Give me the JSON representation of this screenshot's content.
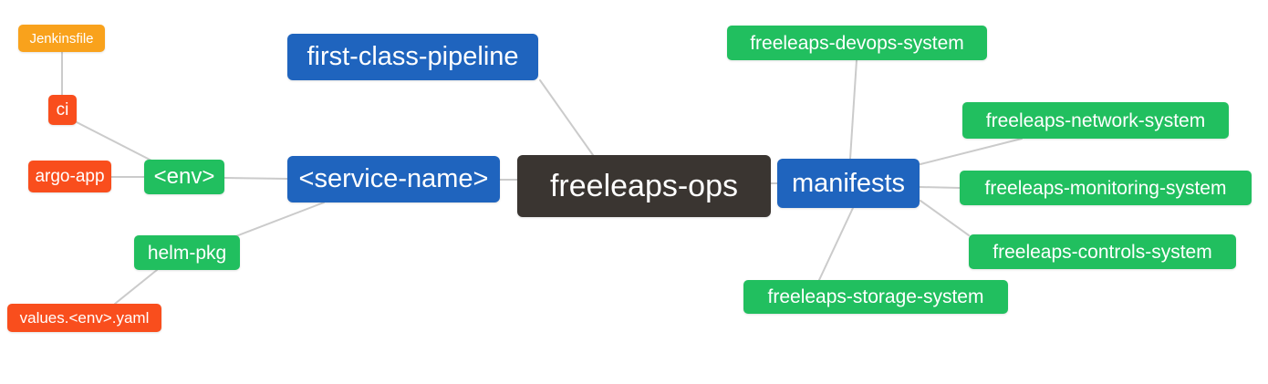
{
  "palette": {
    "root_color": "#3A3531",
    "level1_color": "#1F64BE",
    "level2_color": "#21BF5F",
    "level3_color": "#F94E1D",
    "level4_color": "#F9A21C",
    "edge_color": "#CBCBCB",
    "text_color": "#FFFFFF",
    "background_color": "#FFFFFF"
  },
  "nodes": {
    "freeleaps_ops": {
      "label": "freeleaps-ops",
      "color": "#3A3531",
      "level": 0
    },
    "first_class_pipeline": {
      "label": "first-class-pipeline",
      "color": "#1F64BE",
      "level": 1
    },
    "service_name": {
      "label": "<service-name>",
      "color": "#1F64BE",
      "level": 1
    },
    "manifests": {
      "label": "manifests",
      "color": "#1F64BE",
      "level": 1
    },
    "env": {
      "label": "<env>",
      "color": "#21BF5F",
      "level": 2
    },
    "helm_pkg": {
      "label": "helm-pkg",
      "color": "#21BF5F",
      "level": 2
    },
    "devops_system": {
      "label": "freeleaps-devops-system",
      "color": "#21BF5F",
      "level": 2
    },
    "network_system": {
      "label": "freeleaps-network-system",
      "color": "#21BF5F",
      "level": 2
    },
    "monitoring_system": {
      "label": "freeleaps-monitoring-system",
      "color": "#21BF5F",
      "level": 2
    },
    "controls_system": {
      "label": "freeleaps-controls-system",
      "color": "#21BF5F",
      "level": 2
    },
    "storage_system": {
      "label": "freeleaps-storage-system",
      "color": "#21BF5F",
      "level": 2
    },
    "ci": {
      "label": "ci",
      "color": "#F94E1D",
      "level": 3
    },
    "argo_app": {
      "label": "argo-app",
      "color": "#F94E1D",
      "level": 3
    },
    "values_env_yaml": {
      "label": "values.<env>.yaml",
      "color": "#F94E1D",
      "level": 3
    },
    "jenkinsfile": {
      "label": "Jenkinsfile",
      "color": "#F9A21C",
      "level": 4
    }
  },
  "edges": [
    {
      "from": "jenkinsfile",
      "to": "ci"
    },
    {
      "from": "ci",
      "to": "env"
    },
    {
      "from": "argo_app",
      "to": "env"
    },
    {
      "from": "env",
      "to": "service_name"
    },
    {
      "from": "helm_pkg",
      "to": "service_name"
    },
    {
      "from": "values_env_yaml",
      "to": "helm_pkg"
    },
    {
      "from": "first_class_pipeline",
      "to": "freeleaps_ops"
    },
    {
      "from": "service_name",
      "to": "freeleaps_ops"
    },
    {
      "from": "freeleaps_ops",
      "to": "manifests"
    },
    {
      "from": "manifests",
      "to": "devops_system"
    },
    {
      "from": "manifests",
      "to": "network_system"
    },
    {
      "from": "manifests",
      "to": "monitoring_system"
    },
    {
      "from": "manifests",
      "to": "controls_system"
    },
    {
      "from": "manifests",
      "to": "storage_system"
    }
  ]
}
